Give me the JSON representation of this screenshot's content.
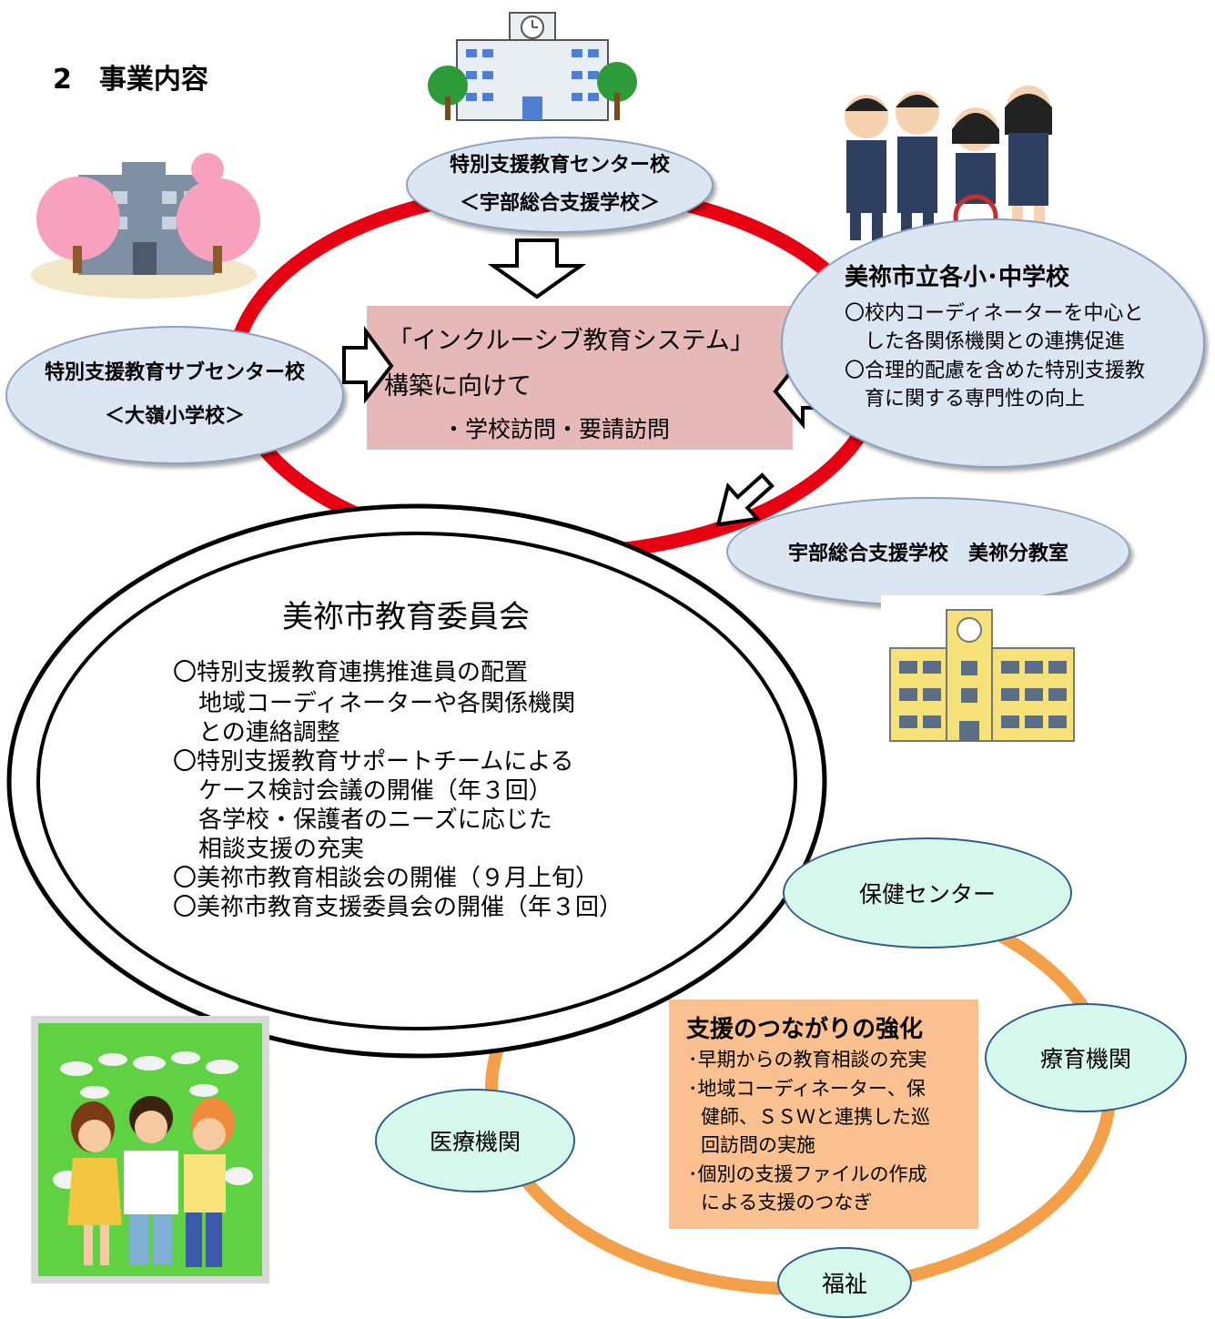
{
  "section_heading": "2　事業内容",
  "center_school": {
    "name": "特別支援教育センター校",
    "sub": "＜宇部総合支援学校＞"
  },
  "subcenter_school": {
    "name": "特別支援教育サブセンター校",
    "sub": "＜大嶺小学校＞"
  },
  "city_schools": {
    "title": "美祢市立各小･中学校",
    "items": [
      "〇校内コーディネーターを中心と",
      "した各関係機関との連携促進",
      "〇合理的配慮を含めた特別支援教",
      "育に関する専門性の向上"
    ]
  },
  "center_box": {
    "line1": "「インクルーシブ教育システム」",
    "line2": "構築に向けて",
    "line3": "・学校訪問・要請訪問"
  },
  "branch": {
    "name": "宇部総合支援学校　美祢分教室"
  },
  "board": {
    "title": "美祢市教育委員会",
    "lines": [
      "〇特別支援教育連携推進員の配置",
      "地域コーディネーターや各関係機関",
      "との連絡調整",
      "〇特別支援教育サポートチームによる",
      "ケース検討会議の開催（年３回）",
      "各学校・保護者のニーズに応じた",
      "相談支援の充実",
      "〇美祢市教育相談会の開催（９月上旬）",
      "〇美祢市教育支援委員会の開催（年３回）"
    ]
  },
  "support_box": {
    "title": "支援のつながりの強化",
    "lines": [
      "･早期からの教育相談の充実",
      "･地域コーディネーター、保",
      "健師、ＳＳＷと連携した巡",
      "回訪問の実施",
      "･個別の支援ファイルの作成",
      "による支援のつなぎ"
    ]
  },
  "network": {
    "health_center": "保健センター",
    "therapy": "療育機関",
    "medical": "医療機関",
    "welfare": "福祉"
  },
  "colors": {
    "red_ring": "#e60012",
    "orange_ring": "#f4a04a",
    "blue_ellipse": "#dce6f2",
    "green_ellipse": "#d6f7ec",
    "pink_box": "#e6b8b7",
    "orange_box": "#fac090"
  }
}
